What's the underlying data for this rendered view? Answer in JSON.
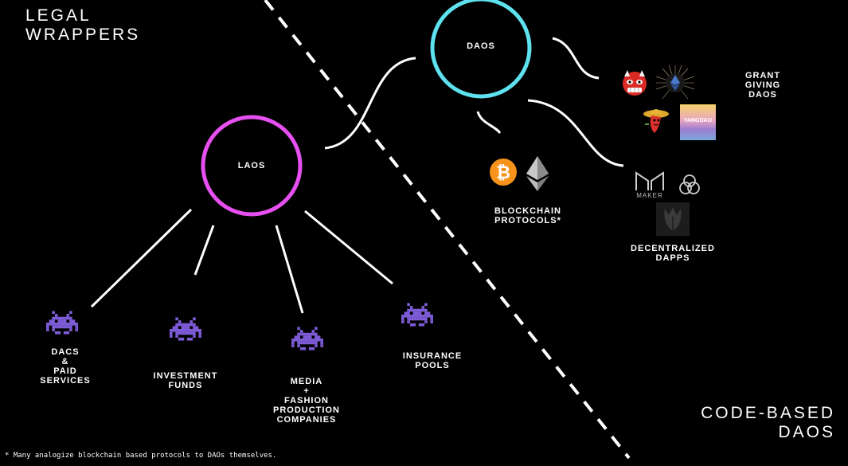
{
  "titles": {
    "top_left": "LEGAL\nWRAPPERS",
    "bottom_right": "CODE-BASED\nDAOS"
  },
  "nodes": {
    "laos": "LAOS",
    "daos": "DAOS"
  },
  "laos_children": [
    {
      "label": "DACS\n&\nPAID\nSERVICES",
      "icon": "space-invader-icon"
    },
    {
      "label": "INVESTMENT\nFUNDS",
      "icon": "space-invader-icon"
    },
    {
      "label": "MEDIA\n+\nFASHION\nPRODUCTION\nCOMPANIES",
      "icon": "space-invader-icon"
    },
    {
      "label": "INSURANCE\nPOOLS",
      "icon": "space-invader-icon"
    }
  ],
  "daos_children": {
    "grant": {
      "label": "GRANT\nGIVING\nDAOS",
      "logos": [
        "ogre-mask-icon",
        "ethereum-sunburst-icon",
        "pepper-sombrero-icon",
        "yangdao-logo"
      ],
      "yangdao_text": "YANGDAO"
    },
    "blockchain": {
      "label": "BLOCKCHAIN\nPROTOCOLS*",
      "logos": [
        "bitcoin-icon",
        "ethereum-icon"
      ]
    },
    "dapps": {
      "label": "DECENTRALIZED\nDAPPS",
      "logos": [
        "maker-logo",
        "aave-trinity-icon",
        "tulip-logo"
      ],
      "maker_text": "MAKER"
    }
  },
  "footnote": "* Many analogize blockchain based protocols to DAOs themselves.",
  "colors": {
    "laos_ring": "#e64ff0",
    "daos_ring": "#5fe2ef",
    "invader": "#7d5bd6",
    "bitcoin": "#f7931a"
  }
}
